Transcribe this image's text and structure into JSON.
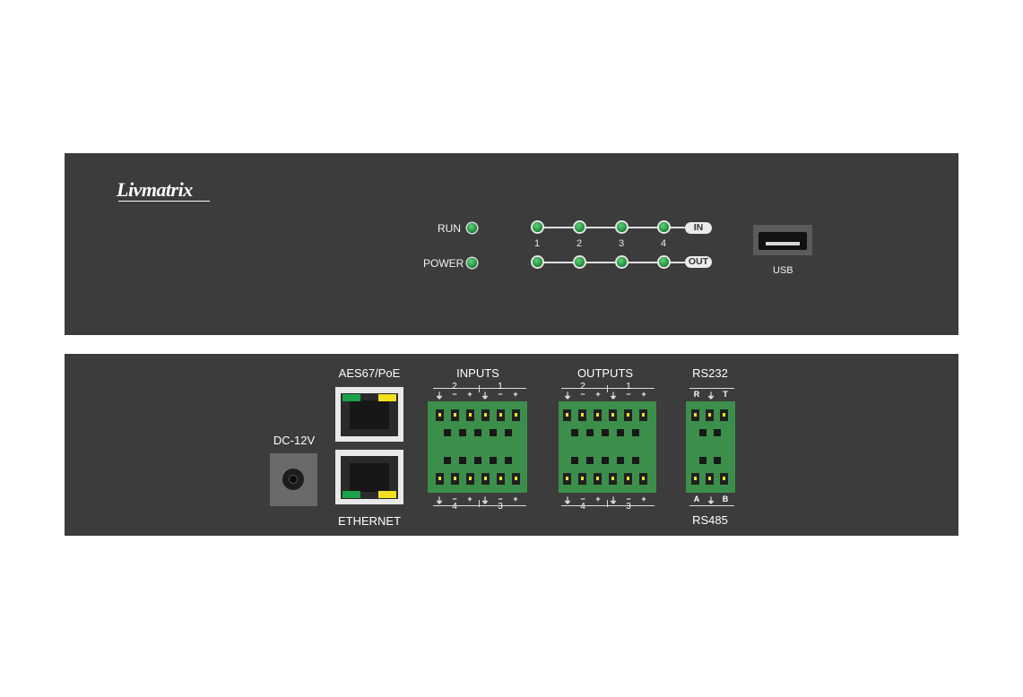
{
  "front": {
    "brand": "Livmatrix",
    "run_label": "RUN",
    "power_label": "POWER",
    "in_label": "IN",
    "out_label": "OUT",
    "channel_numbers": [
      "1",
      "2",
      "3",
      "4"
    ],
    "usb_label": "USB"
  },
  "rear": {
    "dc_label": "DC-12V",
    "aes_label": "AES67/PoE",
    "ethernet_label": "ETHERNET",
    "inputs_label": "INPUTS",
    "outputs_label": "OUTPUTS",
    "rs232_label": "RS232",
    "rs485_label": "RS485",
    "inputs_top_groups": [
      "2",
      "1"
    ],
    "inputs_bottom_groups": [
      "4",
      "3"
    ],
    "outputs_top_groups": [
      "2",
      "1"
    ],
    "outputs_bottom_groups": [
      "4",
      "3"
    ],
    "audio_pin_labels": [
      "⏚",
      "−",
      "+"
    ],
    "rs232_pins": [
      "R",
      "⏚",
      "T"
    ],
    "rs485_pins": [
      "A",
      "⏚",
      "B"
    ]
  },
  "colors": {
    "panel": "#3c3c3c",
    "led_green": "#1f8f3a",
    "terminal_green": "#3c8f4a",
    "rj45_green": "#1aa14a",
    "rj45_yellow": "#f2e020"
  }
}
